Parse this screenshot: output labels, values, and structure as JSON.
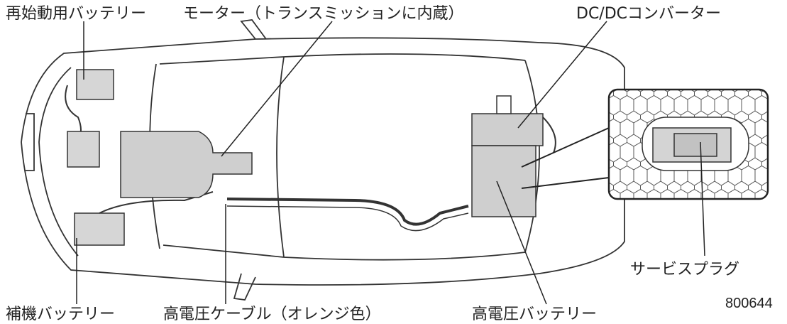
{
  "labels": {
    "restart_battery": "再始動用バッテリー",
    "motor": "モーター（トランスミッションに内蔵）",
    "dcdc_converter": "DC/DCコンバーター",
    "service_plug": "サービスプラグ",
    "aux_battery": "補機バッテリー",
    "hv_cable": "高電圧ケーブル（オレンジ色）",
    "hv_battery": "高電圧バッテリー"
  },
  "figure_number": "800644",
  "colors": {
    "line": "#333333",
    "component_fill": "#cfcfcf",
    "background": "#ffffff"
  }
}
